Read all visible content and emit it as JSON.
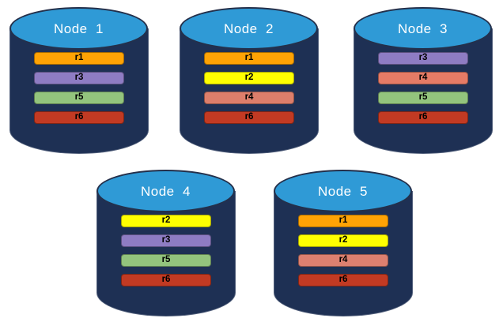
{
  "diagram": {
    "type": "database-replication-topology",
    "background_color": "#FFFFFF",
    "style": {
      "cylinder_body_color": "#1E3054",
      "cylinder_top_color": "#2F9AD6",
      "cylinder_top_border_color": "#24304B",
      "node_label_color": "#FFFFFF",
      "bar_label_color": "#000000"
    },
    "nodes": [
      {
        "label": "Node  1",
        "replicas": [
          {
            "label": "r1",
            "color": "#FFA305"
          },
          {
            "label": "r3",
            "color": "#8E7CC3"
          },
          {
            "label": "r5",
            "color": "#93C47D"
          },
          {
            "label": "r6",
            "color": "#C23A23"
          }
        ]
      },
      {
        "label": "Node  2",
        "replicas": [
          {
            "label": "r1",
            "color": "#FFA305"
          },
          {
            "label": "r2",
            "color": "#FFFF01"
          },
          {
            "label": "r4",
            "color": "#DD7E6B"
          },
          {
            "label": "r6",
            "color": "#C23A23"
          }
        ]
      },
      {
        "label": "Node  3",
        "replicas": [
          {
            "label": "r3",
            "color": "#8E7CC3"
          },
          {
            "label": "r4",
            "color": "#E57B66"
          },
          {
            "label": "r5",
            "color": "#93C47D"
          },
          {
            "label": "r6",
            "color": "#C23A23"
          }
        ]
      },
      {
        "label": "Node  4",
        "replicas": [
          {
            "label": "r2",
            "color": "#FFFF01"
          },
          {
            "label": "r3",
            "color": "#8E7CC3"
          },
          {
            "label": "r5",
            "color": "#93C47D"
          },
          {
            "label": "r6",
            "color": "#C23A23"
          }
        ]
      },
      {
        "label": "Node  5",
        "replicas": [
          {
            "label": "r1",
            "color": "#FFA305"
          },
          {
            "label": "r2",
            "color": "#FFFF01"
          },
          {
            "label": "r4",
            "color": "#DD8070"
          },
          {
            "label": "r6",
            "color": "#C23A23"
          }
        ]
      }
    ]
  }
}
